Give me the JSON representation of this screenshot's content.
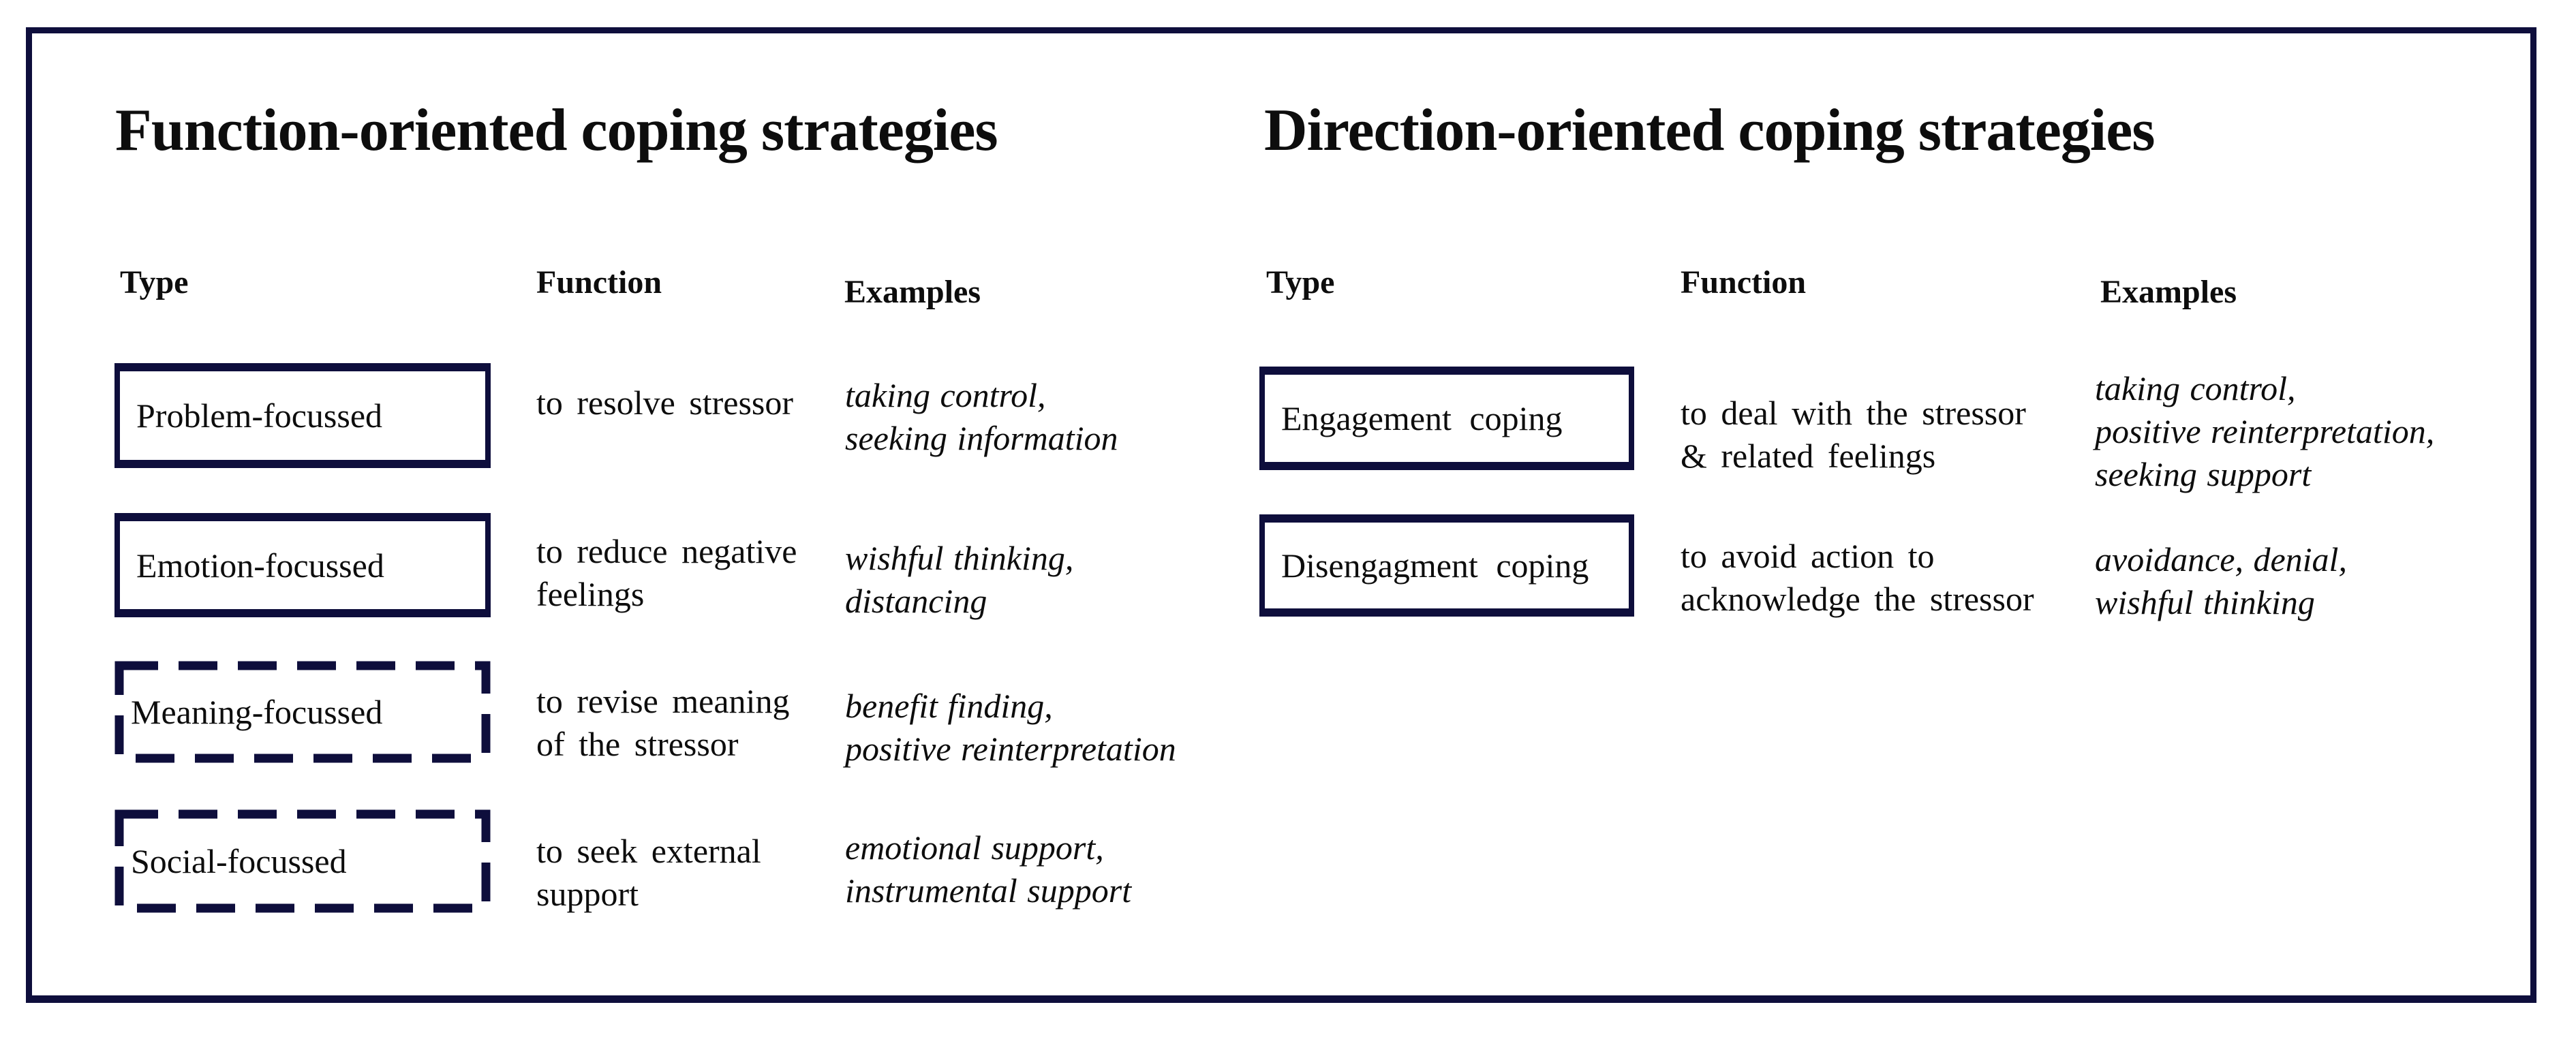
{
  "figure": {
    "frame_border_color": "#0e0e3c",
    "background_color": "#ffffff",
    "text_color": "#0d0d0d"
  },
  "left_table": {
    "title": "Function-oriented coping strategies",
    "headers": {
      "type": "Type",
      "function": "Function",
      "examples": "Examples"
    },
    "rows": [
      {
        "type": "Problem-focussed",
        "box_style": "solid",
        "function": "to resolve stressor",
        "examples": "taking control,\nseeking information"
      },
      {
        "type": "Emotion-focussed",
        "box_style": "solid",
        "function": "to reduce negative\nfeelings",
        "examples": "wishful thinking,\ndistancing"
      },
      {
        "type": "Meaning-focussed",
        "box_style": "dashed",
        "function": "to revise meaning\nof the stressor",
        "examples": "benefit finding,\npositive reinterpretation"
      },
      {
        "type": "Social-focussed",
        "box_style": "dashed",
        "function": "to seek external\nsupport",
        "examples": "emotional support,\ninstrumental support"
      }
    ]
  },
  "right_table": {
    "title": "Direction-oriented coping strategies",
    "headers": {
      "type": "Type",
      "function": "Function",
      "examples": "Examples"
    },
    "rows": [
      {
        "type": "Engagement coping",
        "box_style": "solid",
        "function": "to deal with the stressor\n& related feelings",
        "examples": "taking control,\npositive reinterpretation,\nseeking support"
      },
      {
        "type": "Disengagment coping",
        "box_style": "solid",
        "function": "to avoid action to\nacknowledge the stressor",
        "examples": "avoidance, denial,\nwishful thinking"
      }
    ]
  }
}
